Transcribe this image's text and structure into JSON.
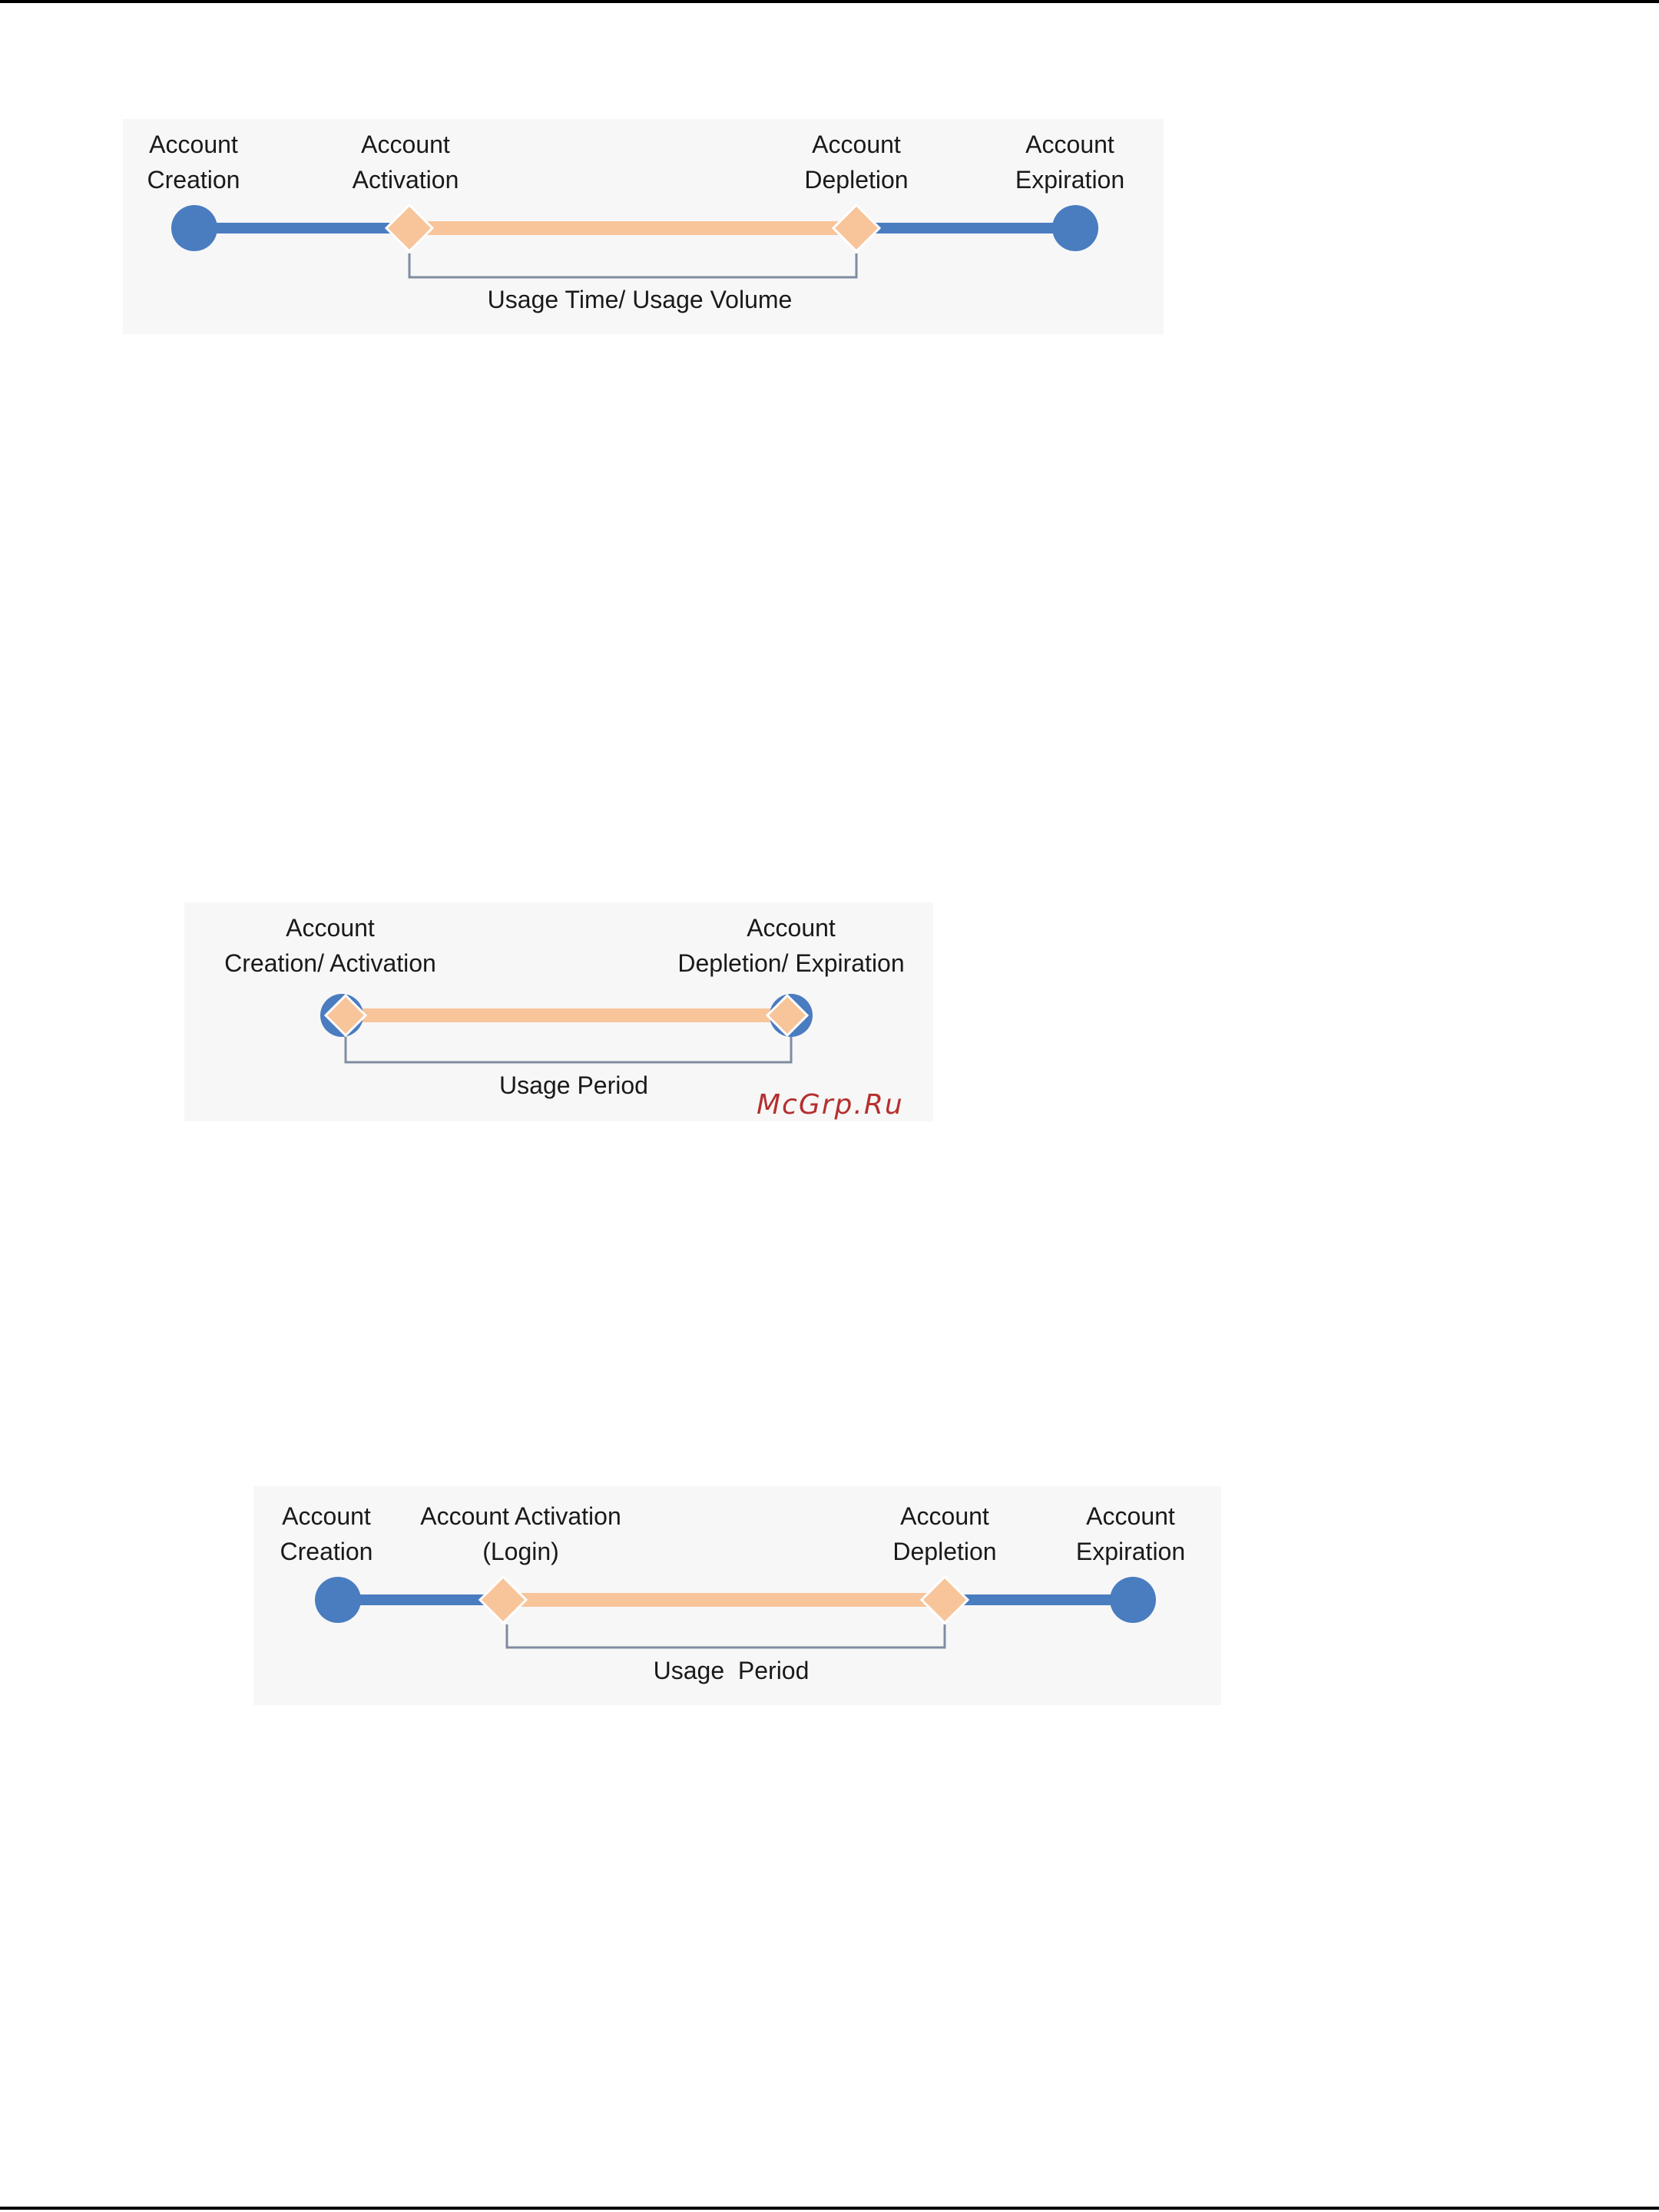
{
  "colors": {
    "track_blue": "#4a7cc0",
    "usage_orange": "#f8c49a",
    "diamond_fill": "#f8c49a",
    "bracket": "#7f8ca0",
    "text": "#1a1a1a",
    "watermark": "#b5302f"
  },
  "diagram1": {
    "labels": {
      "creation": [
        "Account",
        "Creation"
      ],
      "activation": [
        "Account",
        "Activation"
      ],
      "depletion": [
        "Account",
        "Depletion"
      ],
      "expiration": [
        "Account",
        "Expiration"
      ]
    },
    "bracket_label": "Usage Time/ Usage Volume"
  },
  "diagram2": {
    "labels": {
      "start": [
        "Account",
        "Creation/ Activation"
      ],
      "end": [
        "Account",
        "Depletion/ Expiration"
      ]
    },
    "bracket_label": "Usage Period"
  },
  "diagram3": {
    "labels": {
      "creation": [
        "Account",
        "Creation"
      ],
      "activation": [
        "Account Activation",
        "(Login)"
      ],
      "depletion": [
        "Account",
        "Depletion"
      ],
      "expiration": [
        "Account",
        "Expiration"
      ]
    },
    "bracket_label": "Usage  Period"
  },
  "watermark": "McGrp.Ru"
}
